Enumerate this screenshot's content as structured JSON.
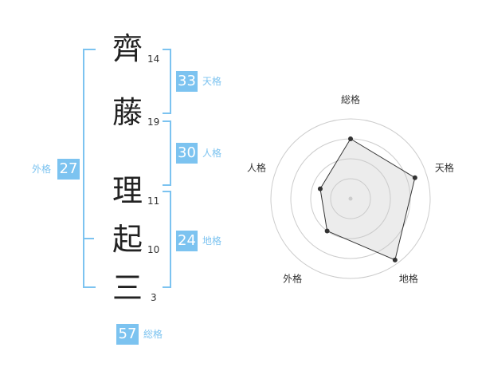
{
  "name": {
    "characters": [
      {
        "char": "齊",
        "strokes": "14"
      },
      {
        "char": "藤",
        "strokes": "19"
      },
      {
        "char": "理",
        "strokes": "11"
      },
      {
        "char": "起",
        "strokes": "10"
      },
      {
        "char": "三",
        "strokes": "3"
      }
    ]
  },
  "fortunes": {
    "tenkaku": {
      "value": "33",
      "label": "天格"
    },
    "jinkaku": {
      "value": "30",
      "label": "人格"
    },
    "chikaku": {
      "value": "24",
      "label": "地格"
    },
    "gaikaku": {
      "value": "27",
      "label": "外格"
    },
    "soukaku": {
      "value": "57",
      "label": "総格"
    }
  },
  "colors": {
    "accent": "#7cc3f0",
    "text": "#222222"
  },
  "chart_data": {
    "type": "radar",
    "axes": [
      "総格",
      "天格",
      "地格",
      "外格",
      "人格"
    ],
    "values": [
      0.75,
      0.85,
      0.95,
      0.5,
      0.4
    ],
    "rmax": 1,
    "rings": 4
  }
}
